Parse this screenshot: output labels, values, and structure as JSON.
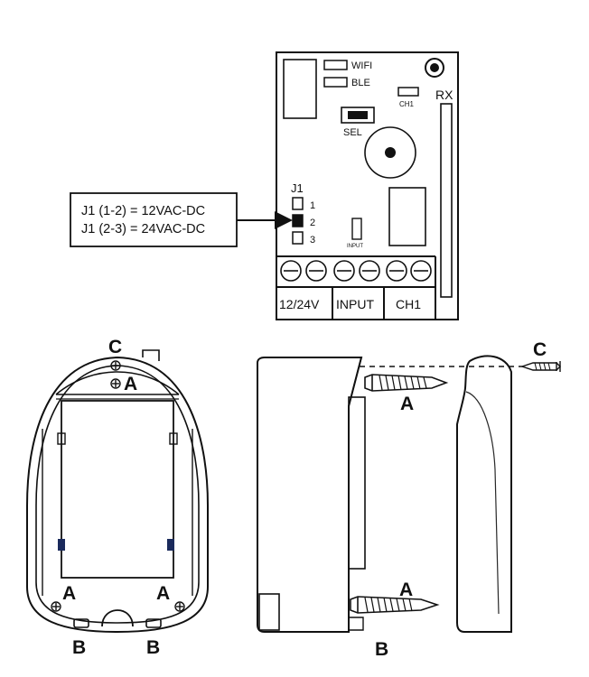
{
  "board": {
    "wifi_label": "WIFI",
    "ble_label": "BLE",
    "ch1_small_label": "CH1",
    "rx_label": "RX",
    "sel_label": "SEL",
    "jumper_label": "J1",
    "jumper_pins": [
      "1",
      "2",
      "3"
    ],
    "input_small_label": "INPUT",
    "terminals": [
      "12/24V",
      "INPUT",
      "CH1"
    ]
  },
  "callout": {
    "line1": "J1 (1-2) = 12VAC-DC",
    "line2": "J1 (2-3) = 24VAC-DC"
  },
  "front_view": {
    "label_c": "C",
    "label_a_top": "A",
    "label_a_left": "A",
    "label_a_right": "A",
    "label_b_left": "B",
    "label_b_right": "B"
  },
  "side_view": {
    "label_a_top": "A",
    "label_a_bottom": "A",
    "label_b": "B",
    "label_c": "C"
  },
  "colors": {
    "line": "#111111",
    "clip": "#1a2a5c"
  }
}
